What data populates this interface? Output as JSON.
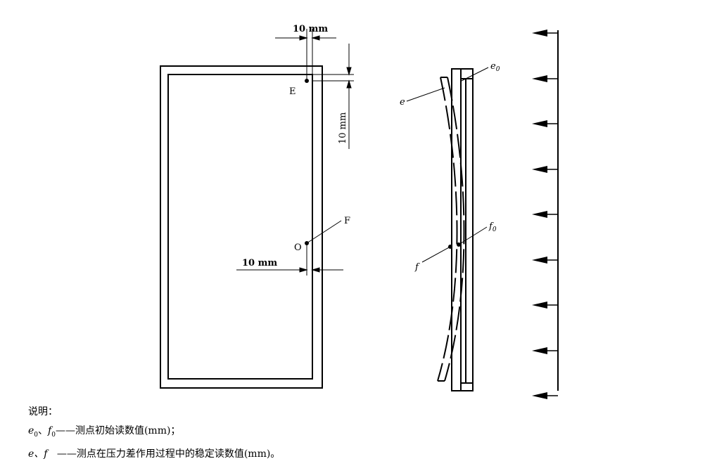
{
  "labels": {
    "dim_top": "10  mm",
    "dim_vertical": "10  mm",
    "dim_bottom": "10  mm",
    "point_E": "E",
    "point_F": "F",
    "point_O": "O",
    "e0_base": "e",
    "e0_sub": "0",
    "e_label": "e",
    "f0_base": "f",
    "f0_sub": "0",
    "f_label": "f"
  },
  "legend": {
    "title": "说明：",
    "row1_sym_e": "e",
    "row1_sub_e": "0",
    "row1_sep": "、",
    "row1_sym_f": "f",
    "row1_sub_f": "0",
    "row1_desc": "——测点初始读数值(mm)；",
    "row2_sym": "e、f",
    "row2_desc": "——测点在压力差作用过程中的稳定读数值(mm)。"
  }
}
